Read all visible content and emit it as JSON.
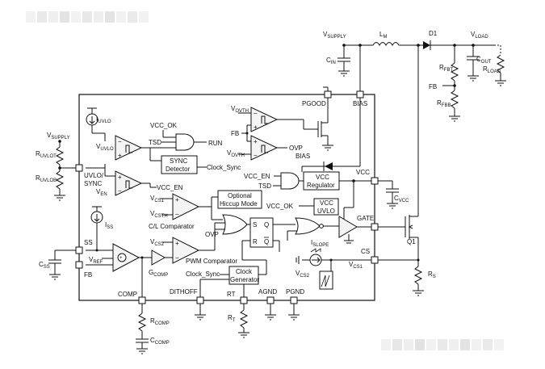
{
  "labels": {
    "vsupply_top": "V",
    "vsupply_top_sub": "SUPPLY",
    "lm": "L",
    "lm_sub": "M",
    "d1": "D1",
    "vload": "V",
    "vload_sub": "LOAD",
    "cin": "C",
    "cin_sub": "IN",
    "cout": "C",
    "cout_sub": "OUT",
    "rfbt": "R",
    "rfbt_sub": "FBT",
    "rload": "R",
    "rload_sub": "LOAD",
    "fb_ext": "FB",
    "rfbb": "R",
    "rfbb_sub": "FBB",
    "pgood": "PGOOD",
    "bias": "BIAS",
    "vovth_a": "V",
    "vovth_a_sub": "OVTH",
    "fb_in": "FB",
    "vovth_b": "V",
    "vovth_b_sub": "OVTH",
    "ovp_out": "OVP",
    "iuvlo": "I",
    "iuvlo_sub": "UVLO",
    "vcc_ok_top": "VCC_OK",
    "tsd_top": "TSD",
    "run": "RUN",
    "vuvlo": "V",
    "vuvlo_sub": "UVLO",
    "sync_detector_1": "SYNC",
    "sync_detector_2": "Detector",
    "clock_sync_out": "Clock_Sync",
    "bias_int": "BIAS",
    "vcc_en_mid": "VCC_EN",
    "tsd_mid": "TSD",
    "vcc_reg_1": "VCC",
    "vcc_reg_2": "Regulator",
    "vcc_pin": "VCC",
    "ccc": "C",
    "ccc_sub": "VCC",
    "vsupply_left": "V",
    "vsupply_left_sub": "SUPPLY",
    "ruvlot": "R",
    "ruvlot_sub": "UVLOT",
    "ruvlob": "R",
    "ruvlob_sub": "UVLOB",
    "uvlo_sync_1": "UVLO/",
    "uvlo_sync_2": "SYNC",
    "ven": "V",
    "ven_sub": "EN",
    "vcc_en_out": "VCC_EN",
    "vcs1_a": "V",
    "vcs1_a_sub": "CS1",
    "vcsth": "V",
    "vcsth_sub": "CSTH",
    "cl_comparator": "C/L Comparator",
    "opt_hiccup_1": "Optional",
    "opt_hiccup_2": "Hiccup Mode",
    "vcc_ok_mid": "VCC_OK",
    "vcc_uvlo_1": "VCC",
    "vcc_uvlo_2": "UVLO",
    "gate": "GATE",
    "q1": "Q1",
    "iss": "I",
    "iss_sub": "SS",
    "ss": "SS",
    "css": "C",
    "css_sub": "SS",
    "vref": "V",
    "vref_sub": "REF",
    "fb_pin": "FB",
    "gcomp": "G",
    "gcomp_sub": "COMP",
    "vcs2_a": "V",
    "vcs2_a_sub": "CS2",
    "pwm_comparator": "PWM Comparator",
    "ovp_in": "OVP",
    "latch_s": "S",
    "latch_r": "R",
    "latch_q": "Q",
    "latch_qbar": "Q",
    "islope": "I",
    "islope_sub": "SLOPE",
    "vcs2_b": "V",
    "vcs2_b_sub": "CS2",
    "vcs1_b": "V",
    "vcs1_b_sub": "CS1",
    "cs": "CS",
    "rs": "R",
    "rs_sub": "S",
    "clock_sync_in": "Clock_Sync",
    "clk_gen_1": "Clock",
    "clk_gen_2": "Generator",
    "comp": "COMP",
    "dithoff": "DITHOFF",
    "rt": "RT",
    "agnd": "AGND",
    "pgnd": "PGND",
    "rcomp": "R",
    "rcomp_sub": "COMP",
    "ccomp": "C",
    "ccomp_sub": "COMP",
    "rt_res": "R",
    "rt_res_sub": "T"
  }
}
